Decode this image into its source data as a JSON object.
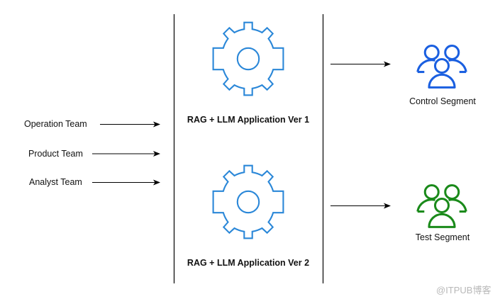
{
  "teams": [
    {
      "label": "Operation Team"
    },
    {
      "label": "Product Team"
    },
    {
      "label": "Analyst Team"
    }
  ],
  "applications": [
    {
      "label": "RAG + LLM Application Ver 1",
      "icon": "gear-icon"
    },
    {
      "label": "RAG + LLM Application Ver 2",
      "icon": "gear-icon"
    }
  ],
  "segments": [
    {
      "label": "Control Segment",
      "icon": "users-group-icon",
      "color": "#1a5fe0"
    },
    {
      "label": "Test Segment",
      "icon": "users-group-icon",
      "color": "#1a8a1a"
    }
  ],
  "colors": {
    "gear": "#2a87d8",
    "line": "#000000"
  },
  "watermark": "@ITPUB博客"
}
